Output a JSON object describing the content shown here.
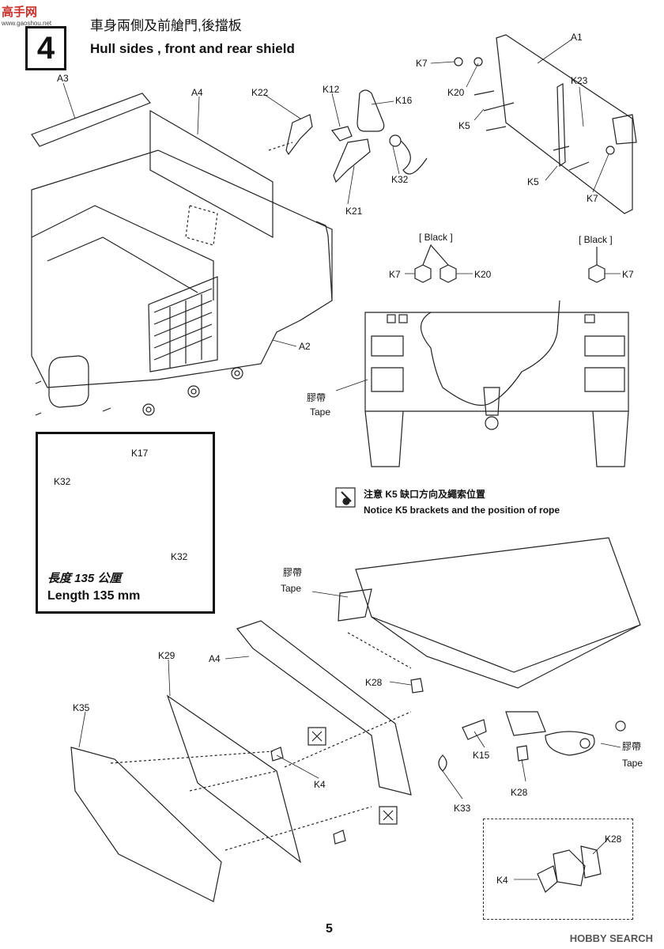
{
  "watermark": {
    "brand": "高手网",
    "url": "www.gaoshou.net",
    "right_text": "HOBBY SEARCH"
  },
  "step": {
    "number": "4",
    "title_zh": "車身兩側及前艙門,後擋板",
    "title_en": "Hull sides , front and rear shield"
  },
  "parts": {
    "A3": "A3",
    "A4_top": "A4",
    "K22": "K22",
    "K12": "K12",
    "K16": "K16",
    "K32_top": "K32",
    "K21": "K21",
    "A2": "A2",
    "A1": "A1",
    "K7_a": "K7",
    "K20_a": "K20",
    "K23": "K23",
    "K5_a": "K5",
    "K5_b": "K5",
    "K7_b": "K7"
  },
  "black_callouts": {
    "left": "[ Black ]",
    "right": "[ Black ]",
    "k7_left": "K7",
    "k20": "K20",
    "k7_right": "K7"
  },
  "tape": {
    "zh": "膠帶",
    "en": "Tape"
  },
  "notice": {
    "zh": "注意 K5 缺口方向及繩索位置",
    "en": "Notice K5 brackets and the position of rope"
  },
  "inset": {
    "k17": "K17",
    "k32_left": "K32",
    "k32_right": "K32",
    "length_zh": "長度 135 公厘",
    "length_en": "Length 135 mm"
  },
  "lower": {
    "tape_left_zh": "膠帶",
    "tape_left_en": "Tape",
    "a4": "A4",
    "k29": "K29",
    "k35": "K35",
    "k28_a": "K28",
    "k15": "K15",
    "k4": "K4",
    "k33": "K33",
    "k28_b": "K28",
    "tape_right_zh": "膠帶",
    "tape_right_en": "Tape"
  },
  "detail": {
    "k28": "K28",
    "k4": "K4"
  },
  "page_number": "5"
}
